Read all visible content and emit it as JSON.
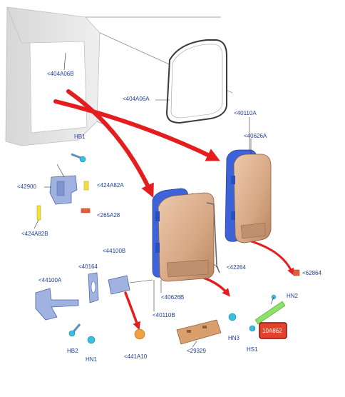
{
  "labels": {
    "l404a06b": "<404A06B",
    "l404a06a": "<404A06A",
    "l40110a": "<40110A",
    "l40626a": "<40626A",
    "hb1": "HB1",
    "l42900": "<42900",
    "l424a82a": "<424A82A",
    "l265a28": "<265A28",
    "l424a82b": "<424A82B",
    "l44100b": "<44100B",
    "l40164": "<40164",
    "l44100a": "<44100A",
    "l42264": "<42264",
    "l62864": "<62864",
    "l40626b": "<40626B",
    "l40110b": "<40110B",
    "hn2": "HN2",
    "hn3": "HN3",
    "hs1": "HS1",
    "hb2": "HB2",
    "hn1": "HN1",
    "l441a10": "<441A10",
    "l29329": "<29329",
    "highlighted_part": "10A862"
  },
  "colors": {
    "label_text": "#1f3f9a",
    "callout_arrows": "#e41e1e",
    "door_skin": "#d9ad8c",
    "door_frame": "#3d63d8",
    "highlight_box": "#e1442a",
    "highlight_border": "#8a1010"
  }
}
